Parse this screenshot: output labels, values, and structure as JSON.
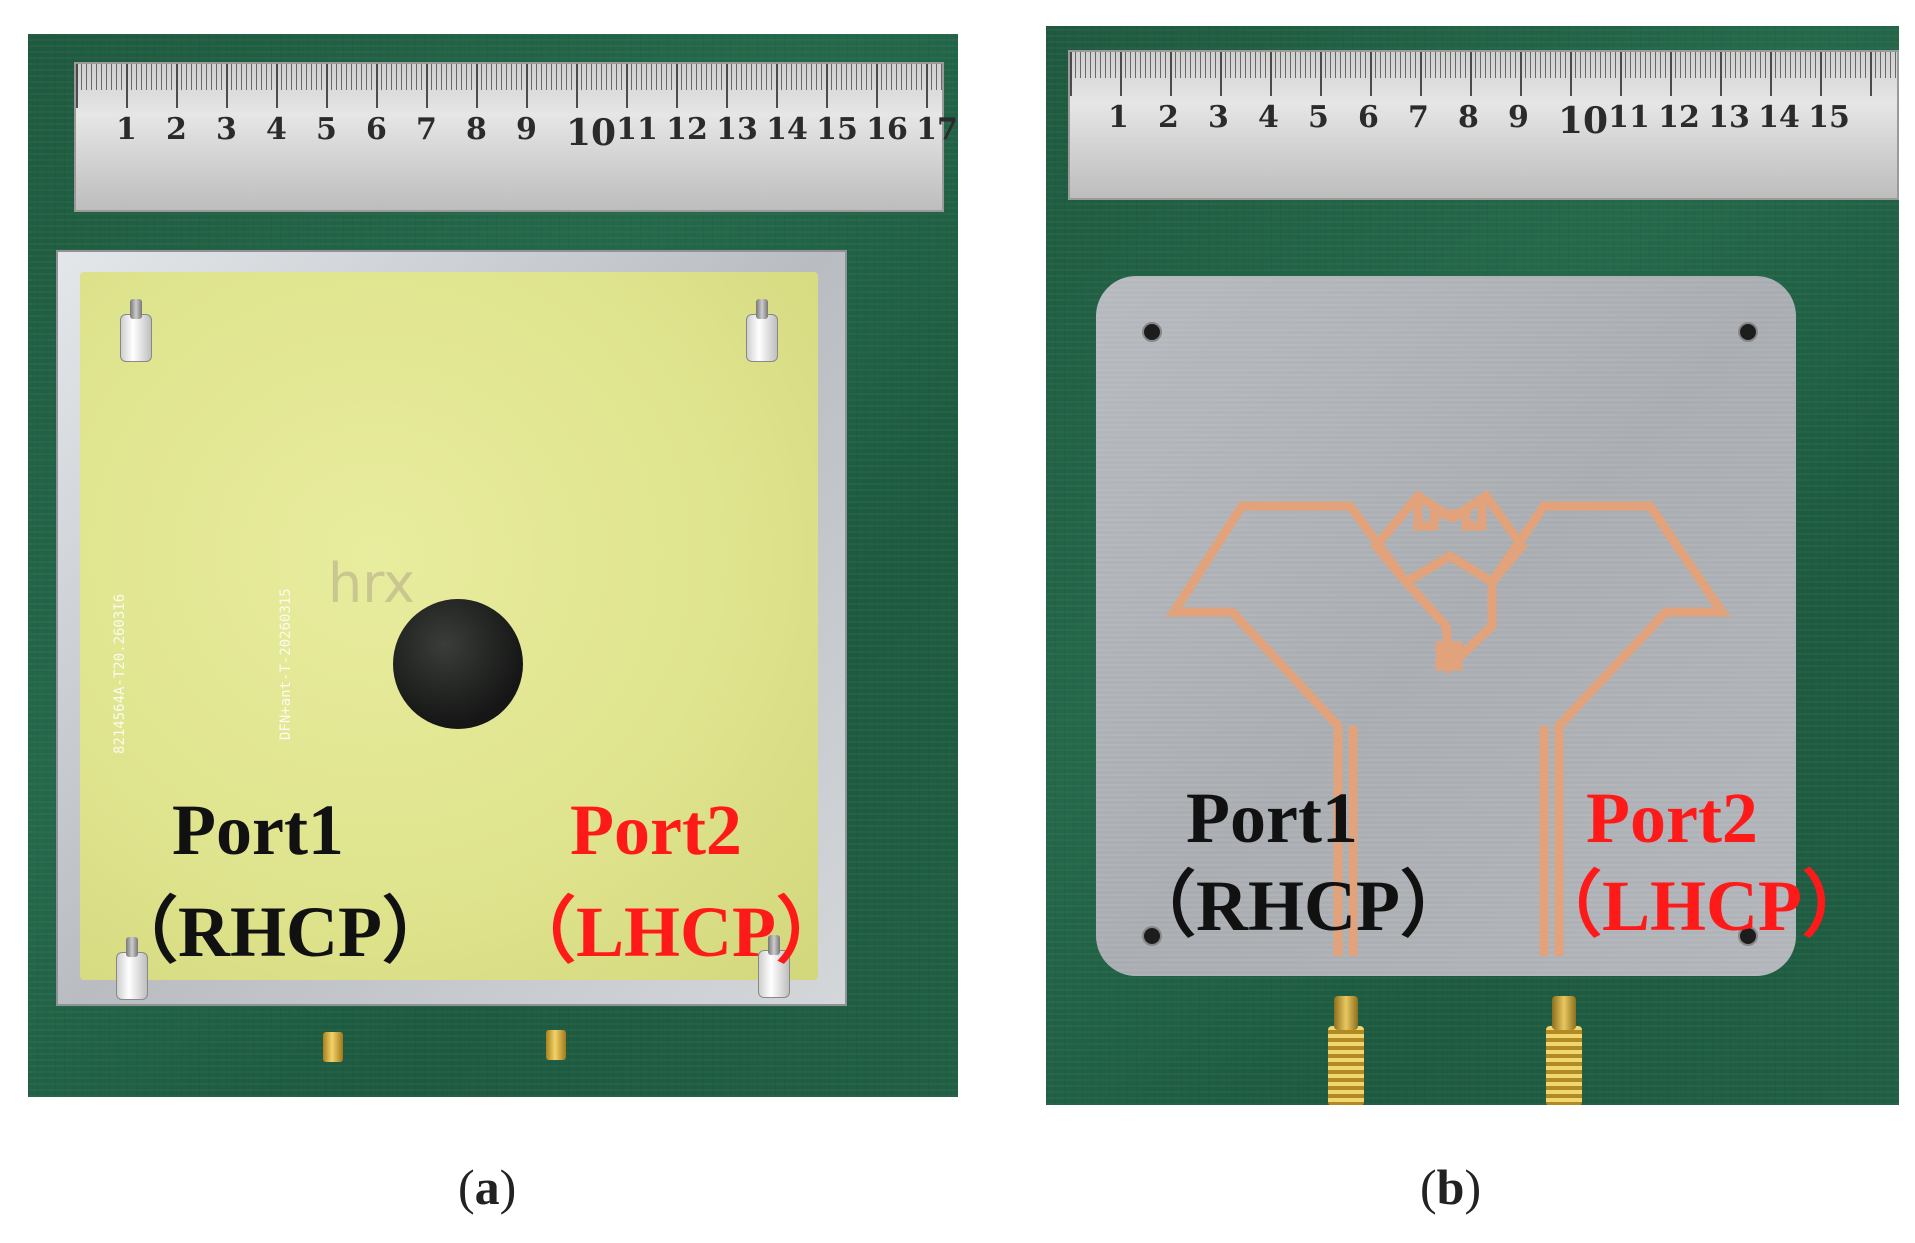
{
  "ruler_a": {
    "numbers": [
      "1",
      "2",
      "3",
      "4",
      "5",
      "6",
      "7",
      "8",
      "9",
      "10",
      "11",
      "12",
      "13",
      "14",
      "15",
      "16",
      "17"
    ]
  },
  "ruler_b": {
    "numbers": [
      "1",
      "2",
      "3",
      "4",
      "5",
      "6",
      "7",
      "8",
      "9",
      "10",
      "11",
      "12",
      "13",
      "14",
      "15"
    ]
  },
  "panel_a": {
    "port1": {
      "name": "Port1",
      "pol": "（RHCP）"
    },
    "port2": {
      "name": "Port2",
      "pol": "（LHCP）"
    },
    "board_side_text": "8214564A-T20.2603I6",
    "board_side_text2": "DFN+ant-T-20260315",
    "ghost_text": "hrx",
    "caption": {
      "open": "(",
      "letter": "a",
      "close": ")"
    }
  },
  "panel_b": {
    "port1": {
      "name": "Port1",
      "pol": "（RHCP）"
    },
    "port2": {
      "name": "Port2",
      "pol": "（LHCP）"
    },
    "caption": {
      "open": "(",
      "letter": "b",
      "close": ")"
    }
  },
  "colors": {
    "port1": "#111111",
    "port2": "#ff1a1a",
    "background": "#1f5a3f",
    "fr4": "#dfe48e",
    "copper": "#e4a77e"
  }
}
